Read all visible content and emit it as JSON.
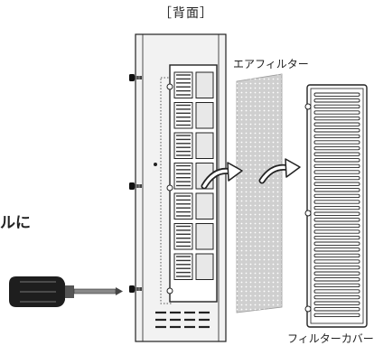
{
  "labels": {
    "back_view": "［背面］",
    "air_filter": "エアフィルター",
    "filter_cover": "フィルターカバー",
    "partial_text": "ルに"
  },
  "icons": [
    "screw-icon",
    "screwdriver-icon",
    "arrow-right-icon"
  ],
  "colors": {
    "line": "#222222",
    "body_fill": "#f2f2f2",
    "filter_fill": "#cfcfcf",
    "grill_fill": "#3a3a3a",
    "screwdriver_handle": "#1e1e1e"
  }
}
